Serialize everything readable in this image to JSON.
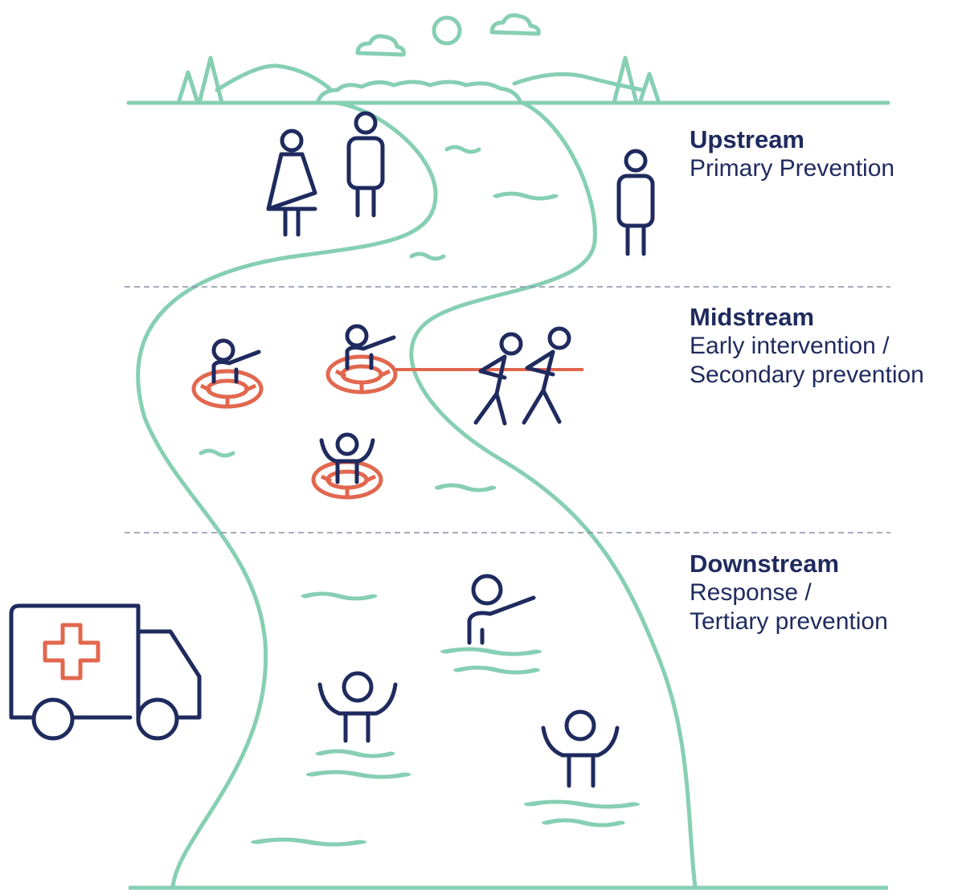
{
  "colors": {
    "river": "#86cfb3",
    "figure": "#1f2a5e",
    "rescue": "#e2674f",
    "divider": "#8a8fa8"
  },
  "icons": {
    "landscape": "hills-trees-sun-clouds-icon",
    "person": "person-icon",
    "lifebuoy": "lifebuoy-icon",
    "ambulance": "ambulance-icon",
    "waves": "wave-icon"
  },
  "stages": {
    "upstream": {
      "title": "Upstream",
      "lines": [
        "Primary Prevention"
      ]
    },
    "midstream": {
      "title": "Midstream",
      "lines": [
        "Early intervention /",
        "Secondary prevention"
      ]
    },
    "downstream": {
      "title": "Downstream",
      "lines": [
        "Response /",
        "Tertiary prevention"
      ]
    }
  }
}
